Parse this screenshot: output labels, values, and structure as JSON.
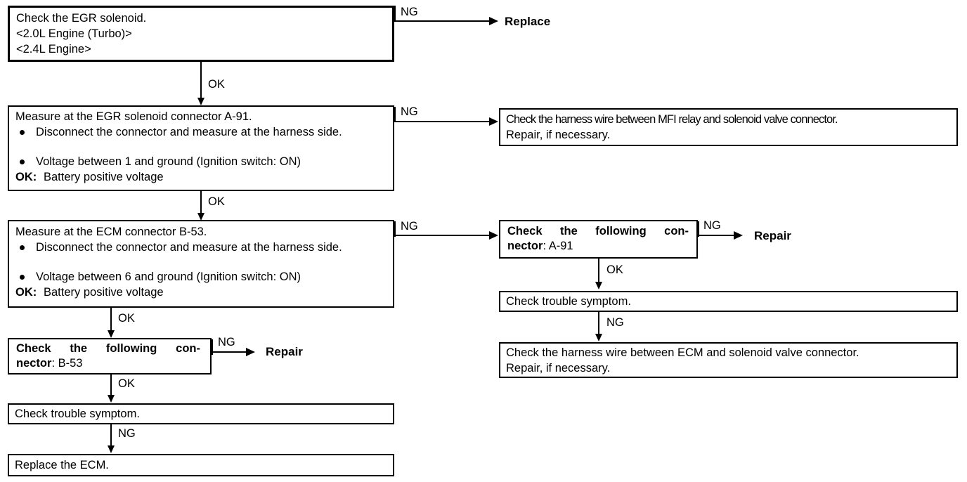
{
  "document": {
    "type": "troubleshooting-flowchart",
    "title": "EGR solenoid / ECM circuit inspection procedure"
  },
  "boxes": {
    "check_egr_solenoid": {
      "lines": [
        "Check the EGR solenoid.",
        "<2.0L Engine (Turbo)>",
        "<2.4L  Engine>"
      ]
    },
    "measure_egr_connector": {
      "heading": "Measure at the EGR solenoid connector A-91.",
      "bullets": [
        "Disconnect the connector and measure at the harness side.",
        "Voltage between 1 and ground (Ignition switch: ON)"
      ],
      "result_label": "OK:",
      "result_value": "Battery positive voltage"
    },
    "measure_ecm_connector": {
      "heading": "Measure at the ECM connector B-53.",
      "bullets": [
        "Disconnect the connector and measure at the harness side.",
        "Voltage between 6 and ground (Ignition switch: ON)"
      ],
      "result_label": "OK:",
      "result_value": "Battery positive voltage"
    },
    "check_connector_b53": {
      "bold_line1": "Check the following con-",
      "bold_line2": "nector",
      "tail": ": B-53"
    },
    "check_trouble_symptom_left": {
      "text": "Check trouble symptom."
    },
    "replace_the_ecm": {
      "text": "Replace the ECM."
    },
    "check_harness_mfi": {
      "line1": "Check the harness wire between MFI relay and solenoid valve connector.",
      "line2": "Repair, if necessary."
    },
    "check_connector_a91": {
      "bold_line1": "Check the following con-",
      "bold_line2": "nector",
      "tail": ": A-91"
    },
    "check_trouble_symptom_right": {
      "text": "Check trouble symptom."
    },
    "check_harness_ecm": {
      "line1": "Check the harness wire between ECM and solenoid valve connector.",
      "line2": "Repair, if necessary."
    }
  },
  "terminals": {
    "replace": "Replace",
    "repair_a91": "Repair",
    "repair_b53": "Repair"
  },
  "edges": {
    "ng_1": "NG",
    "ok_1": "OK",
    "ng_2": "NG",
    "ok_2": "OK",
    "ng_3": "NG",
    "ok_3": "OK",
    "ng_4": "NG",
    "ok_4": "OK",
    "ng_5": "NG",
    "ng_6": "NG",
    "ok_5": "OK",
    "ng_7": "NG"
  },
  "colors": {
    "ink": "#000000",
    "paper": "#ffffff"
  }
}
